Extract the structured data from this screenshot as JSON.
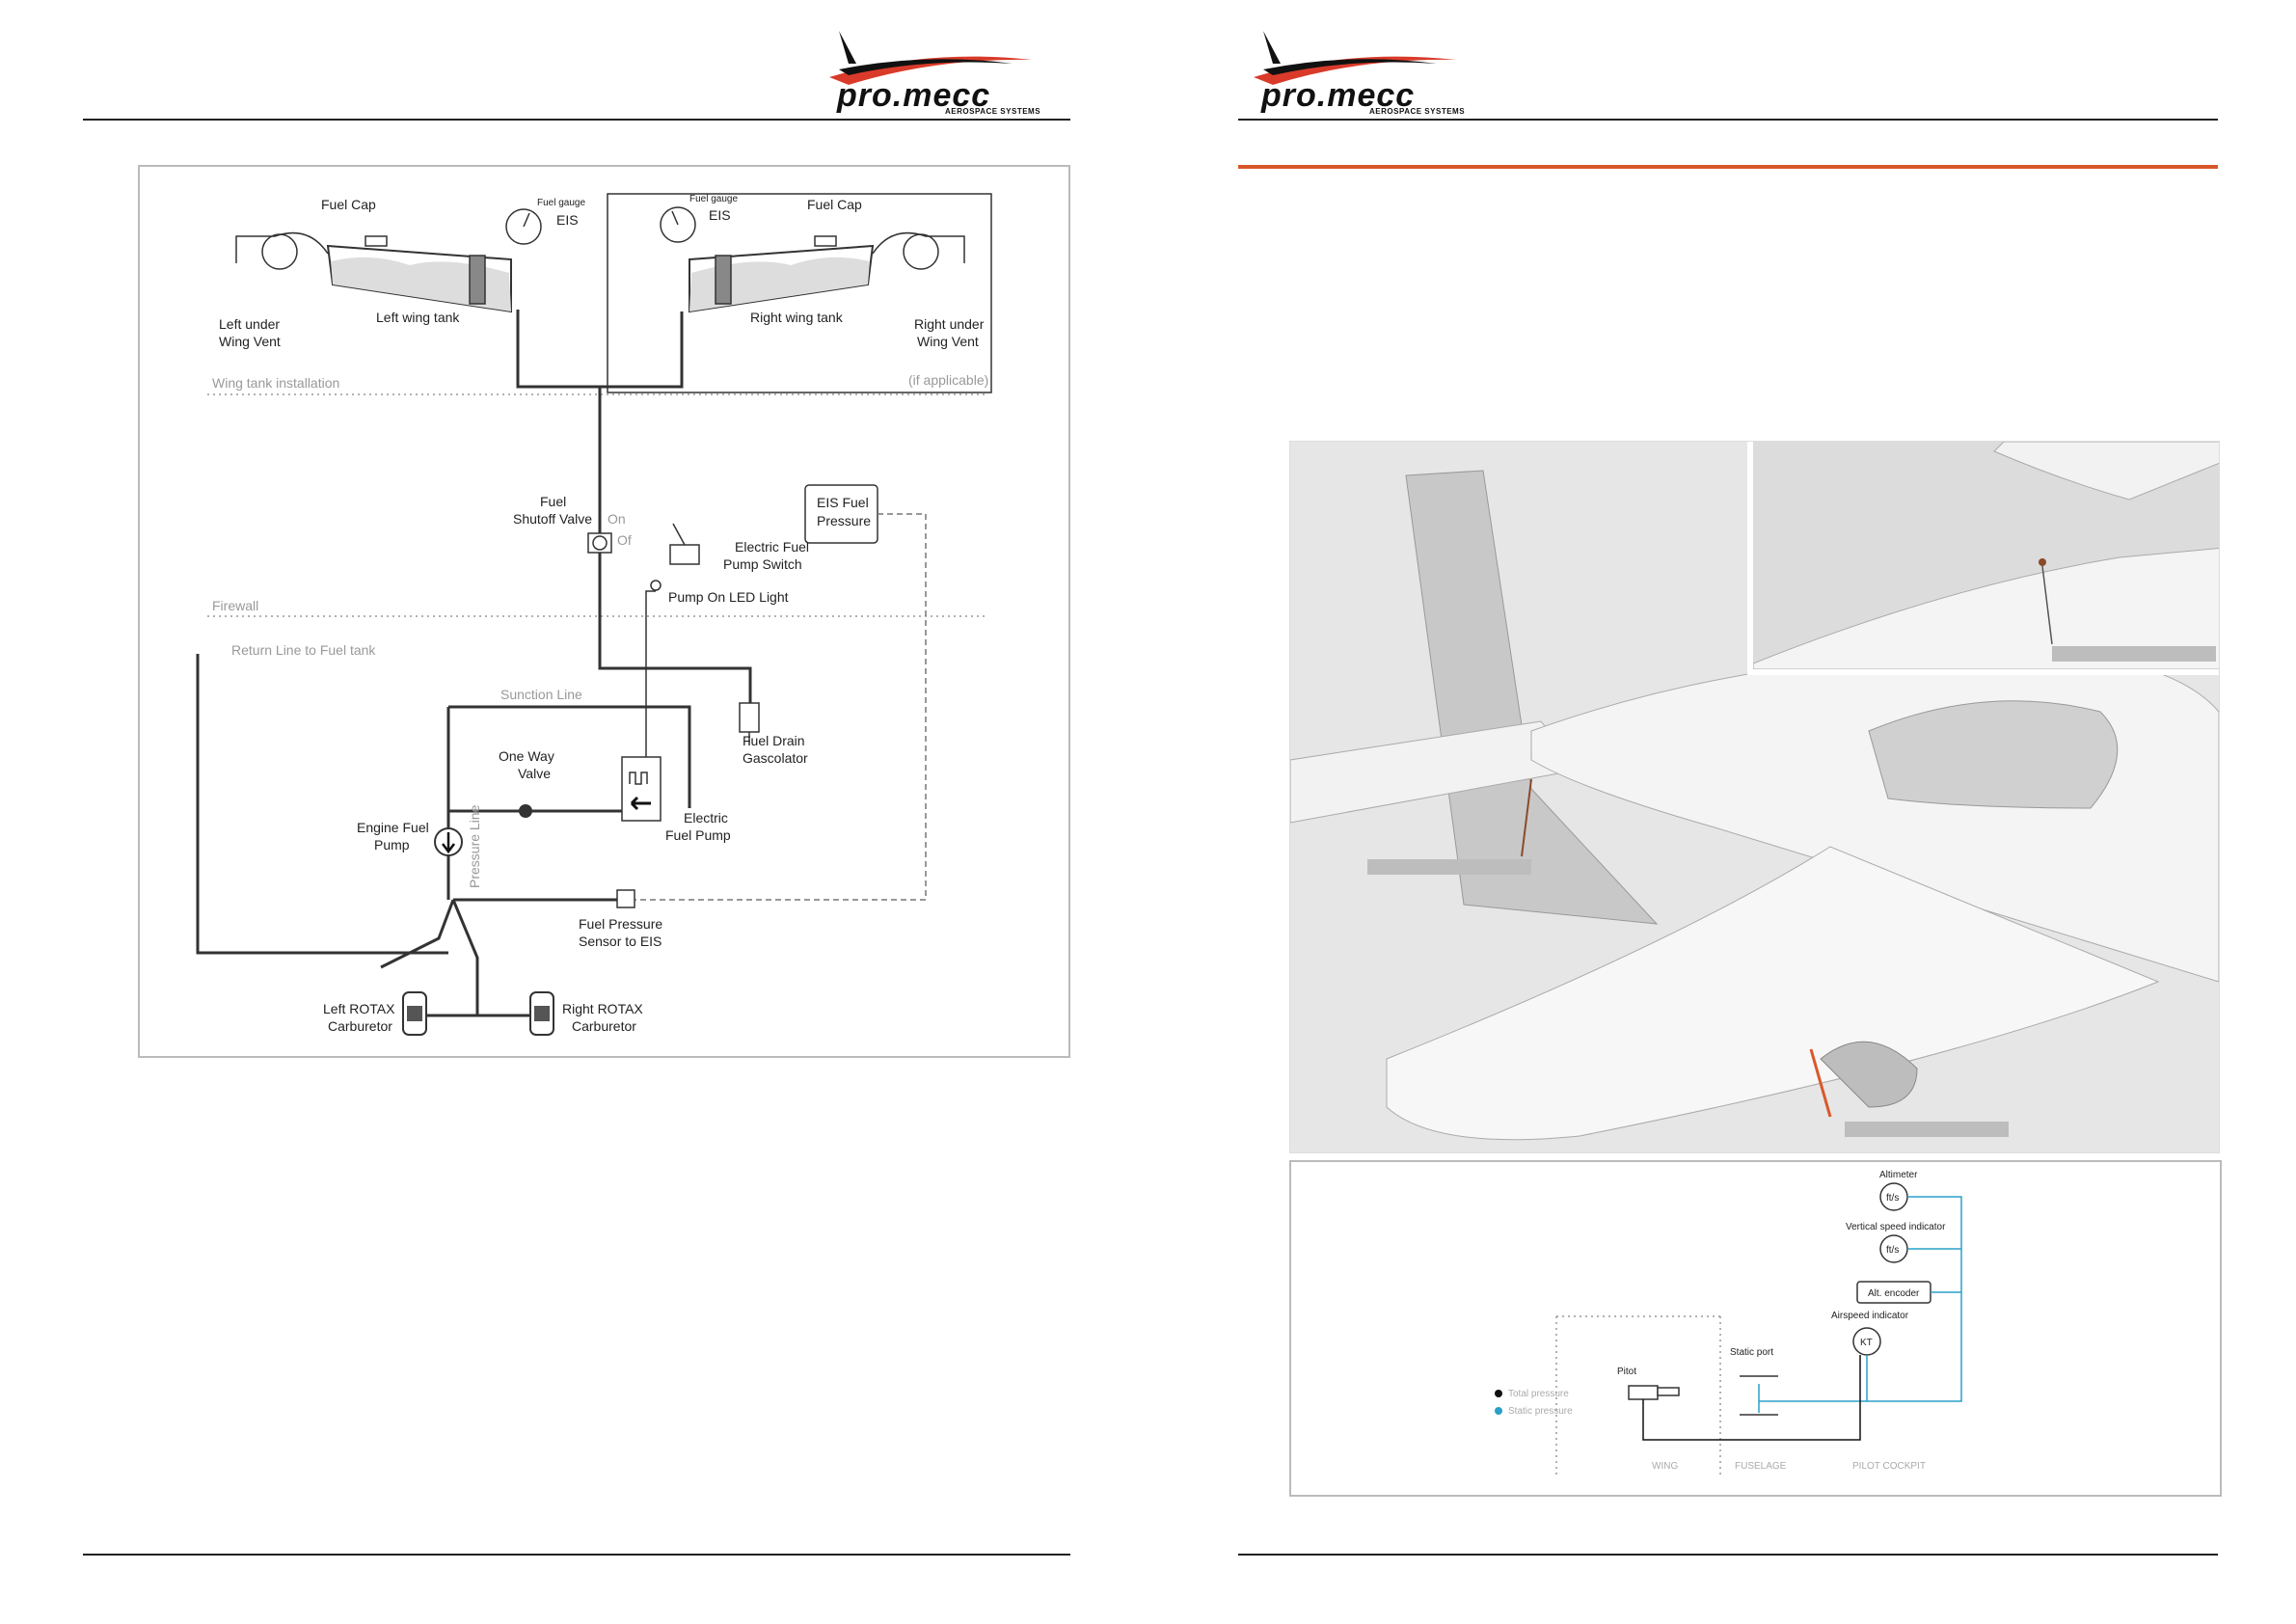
{
  "brand": {
    "name": "pro.mecc",
    "tagline": "AEROSPACE SYSTEMS",
    "accent_color": "#d9582b"
  },
  "fuel_diagram": {
    "fuel_cap_left": "Fuel Cap",
    "fuel_cap_right": "Fuel Cap",
    "fuel_gauge_left": "Fuel gauge",
    "fuel_gauge_right": "Fuel gauge",
    "eis_left": "EIS",
    "eis_right": "EIS",
    "left_vent_1": "Left under",
    "left_vent_2": "Wing Vent",
    "right_vent_1": "Right under",
    "right_vent_2": "Wing Vent",
    "left_tank": "Left wing tank",
    "right_tank": "Right wing tank",
    "wing_tank_installation": "Wing tank  installation",
    "if_applicable": "(if applicable)",
    "shutoff_1": "Fuel",
    "shutoff_2": "Shutoff Valve",
    "on": "On",
    "off": "Of",
    "eis_fuel_1": "EIS Fuel",
    "eis_fuel_2": "Pressure",
    "pump_switch_1": "Electric Fuel",
    "pump_switch_2": "Pump Switch",
    "led_light": "Pump On LED Light",
    "firewall": "Firewall",
    "return_line": "Return Line to Fuel tank",
    "suction_line": "Sunction Line",
    "drain_1": "Fuel Drain",
    "drain_2": "Gascolator",
    "one_way_1": "One Way",
    "one_way_2": "Valve",
    "engine_pump_1": "Engine Fuel",
    "engine_pump_2": "Pump",
    "pressure_line": "Pressure Line",
    "elec_pump_1": "Electric",
    "elec_pump_2": "Fuel Pump",
    "sensor_1": "Fuel Pressure",
    "sensor_2": "Sensor to EIS",
    "left_carb_1": "Left ROTAX",
    "left_carb_2": "Carburetor",
    "right_carb_1": "Right ROTAX",
    "right_carb_2": "Carburetor"
  },
  "pitot_diagram": {
    "altimeter": "Altimeter",
    "altimeter_unit": "ft/s",
    "vsi": "Vertical speed indicator",
    "vsi_unit": "ft/s",
    "alt_encoder": "Alt. encoder",
    "airspeed": "Airspeed indicator",
    "airspeed_unit": "KT",
    "static_port": "Static port",
    "pitot": "Pitot",
    "legend_total": "Total pressure",
    "legend_static": "Static pressure",
    "zone_wing": "WING",
    "zone_fuselage": "FUSELAGE",
    "zone_cockpit": "PILOT COCKPIT",
    "total_color": "#111111",
    "static_color": "#2aa0c8"
  }
}
